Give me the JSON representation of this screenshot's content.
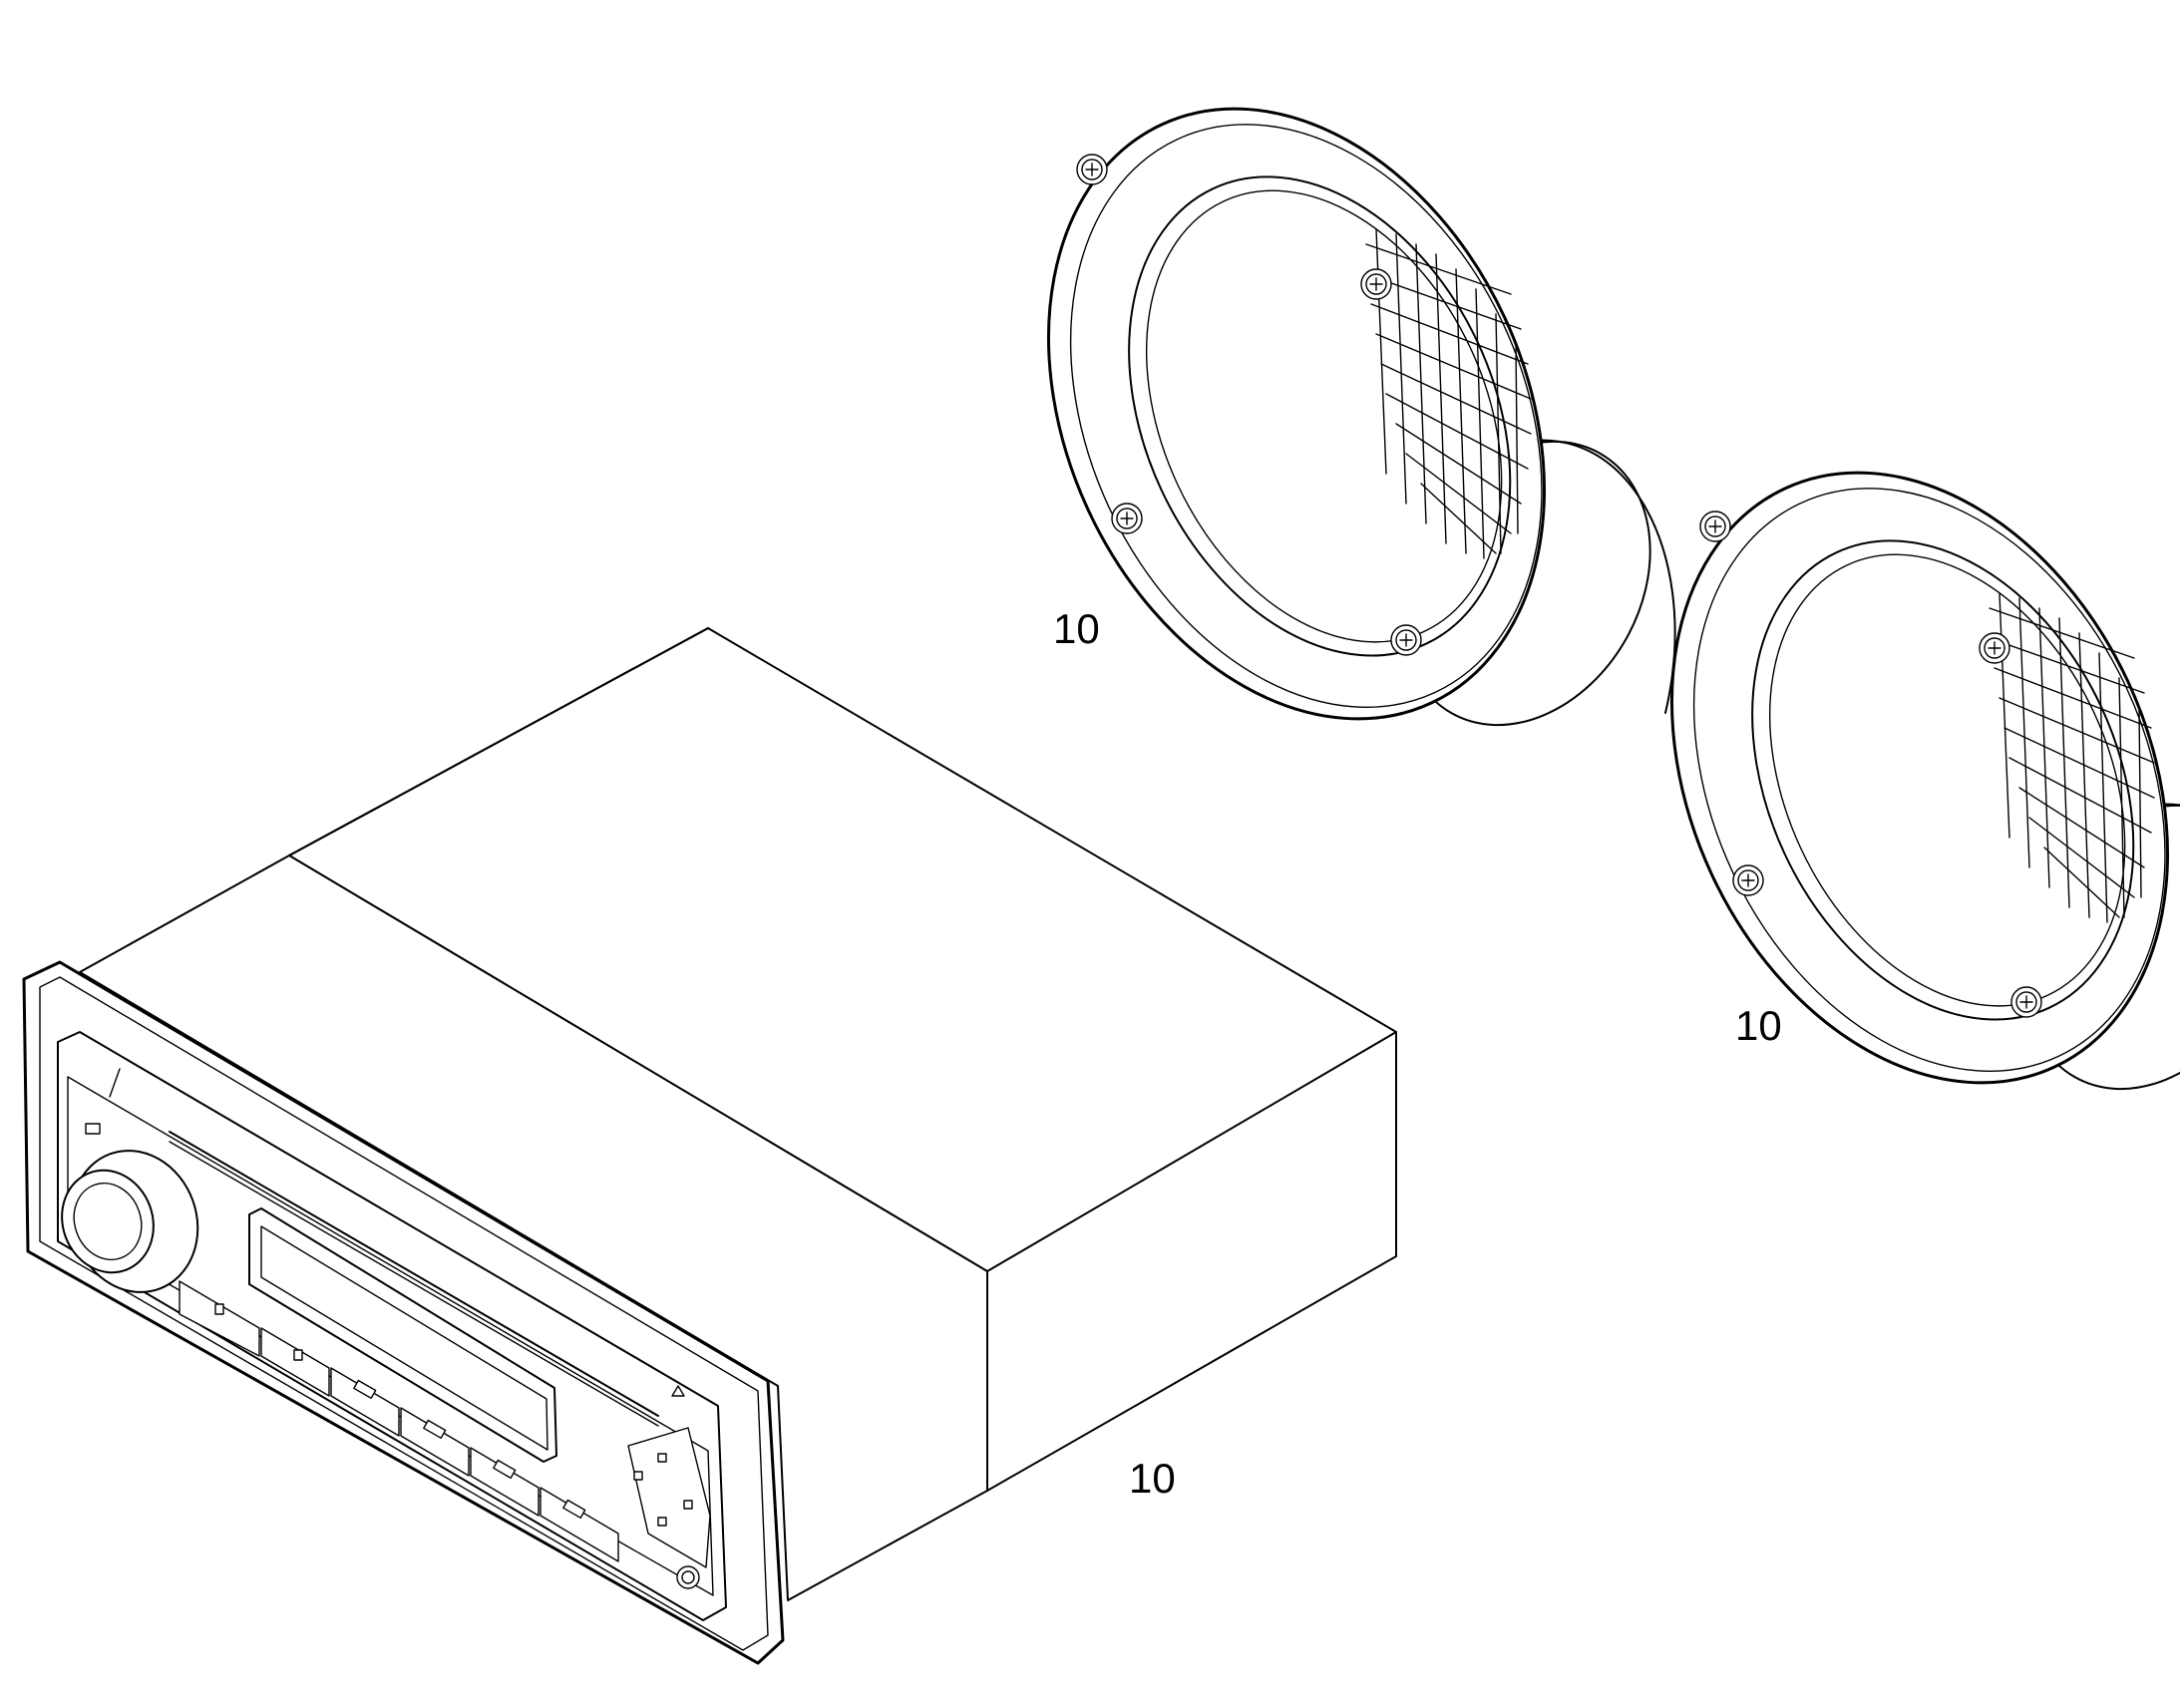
{
  "callouts": {
    "speaker_left": "10",
    "speaker_right": "10",
    "radio_unit": "10"
  },
  "parts": [
    "radio-head-unit",
    "speaker-left",
    "speaker-right"
  ],
  "colors": {
    "line": "#000000",
    "background": "#ffffff"
  }
}
